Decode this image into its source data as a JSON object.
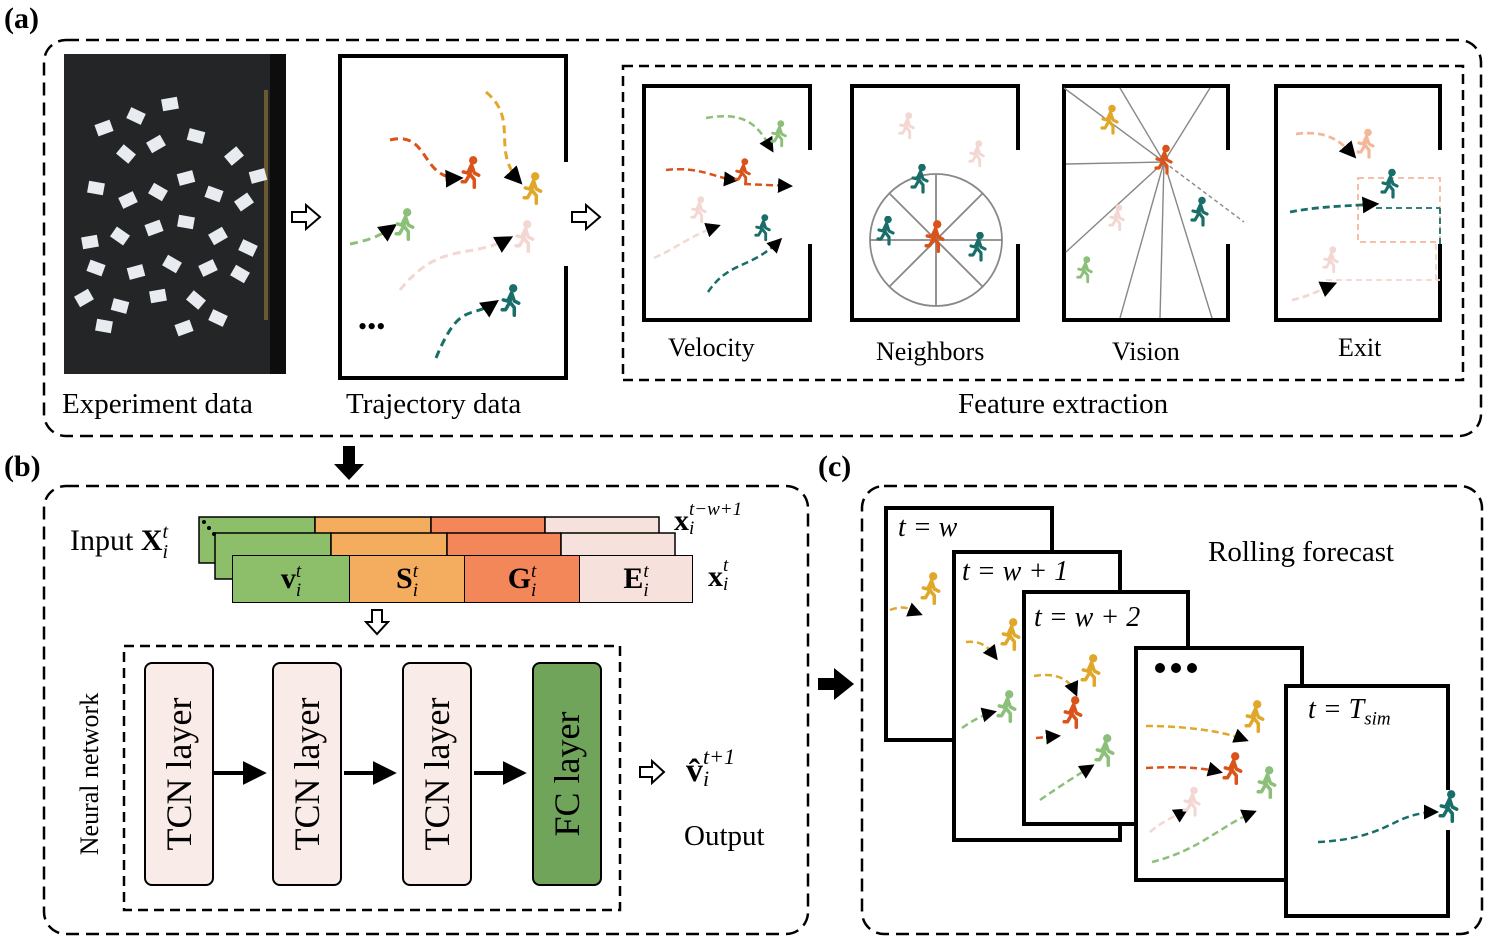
{
  "panels": {
    "a": {
      "label": "(a)",
      "steps": {
        "experiment": "Experiment data",
        "trajectory": "Trajectory data",
        "features": "Feature extraction"
      },
      "feature_names": [
        "Velocity",
        "Neighbors",
        "Vision",
        "Exit"
      ],
      "ellipsis": "•••"
    },
    "b": {
      "label": "(b)",
      "input_word": "Input ",
      "input_symbol": "X",
      "sup_t": "t",
      "sub_i": "i",
      "prev_symbol": "x",
      "prev_sup": "t−w+1",
      "curr_symbol": "x",
      "features": [
        {
          "symbol": "v",
          "color": "#8dbf6b"
        },
        {
          "symbol": "S",
          "color": "#f4ad5e"
        },
        {
          "symbol": "G",
          "color": "#f4875a"
        },
        {
          "symbol": "E",
          "color": "#f6e1dc"
        }
      ],
      "network_title": "Neural network",
      "layers": [
        {
          "label": "TCN layer",
          "fill": "#f9ebe8"
        },
        {
          "label": "TCN layer",
          "fill": "#f9ebe8"
        },
        {
          "label": "TCN layer",
          "fill": "#f9ebe8"
        },
        {
          "label": "FC layer",
          "fill": "#6fa45a"
        }
      ],
      "output_symbol": "v̂",
      "output_sup": "t+1",
      "output_word": "Output"
    },
    "c": {
      "label": "(c)",
      "title": "Rolling forecast",
      "frames": [
        "t = w",
        "t = w + 1",
        "t = w + 2",
        "",
        "t = T"
      ],
      "last_sub": "sim",
      "ellipsis": "•••"
    }
  },
  "colors": {
    "orange_red": "#d9531a",
    "gold": "#e0a82a",
    "green": "#8cc07a",
    "teal": "#1a6e6a",
    "pink": "#f3d7d2",
    "peach": "#f5b79a"
  }
}
